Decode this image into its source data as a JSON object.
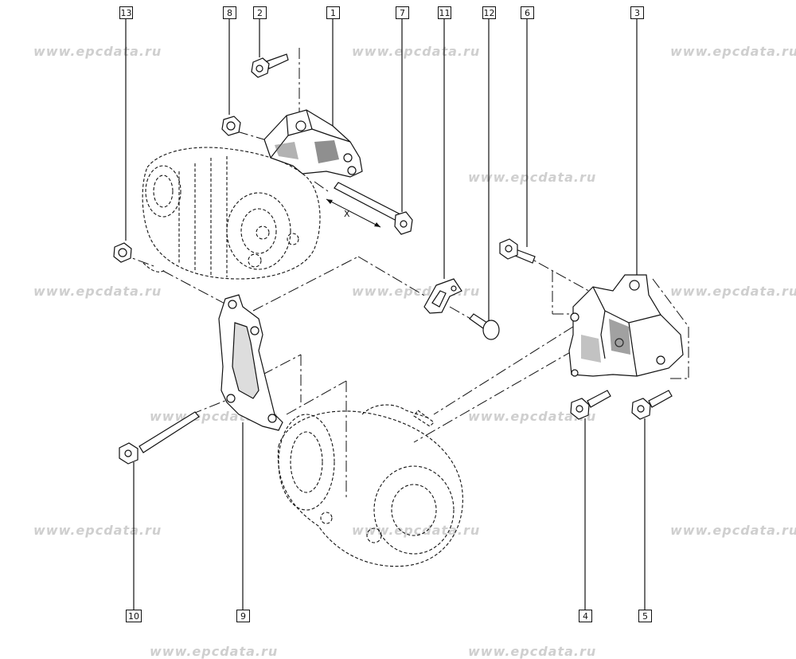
{
  "watermark": "www.epcdata.ru",
  "callouts": {
    "c1": "1",
    "c2": "2",
    "c3": "3",
    "c4": "4",
    "c5": "5",
    "c6": "6",
    "c7": "7",
    "c8": "8",
    "c9": "9",
    "c10": "10",
    "c11": "11",
    "c12": "12",
    "c13": "13"
  },
  "dimension_label": "X"
}
